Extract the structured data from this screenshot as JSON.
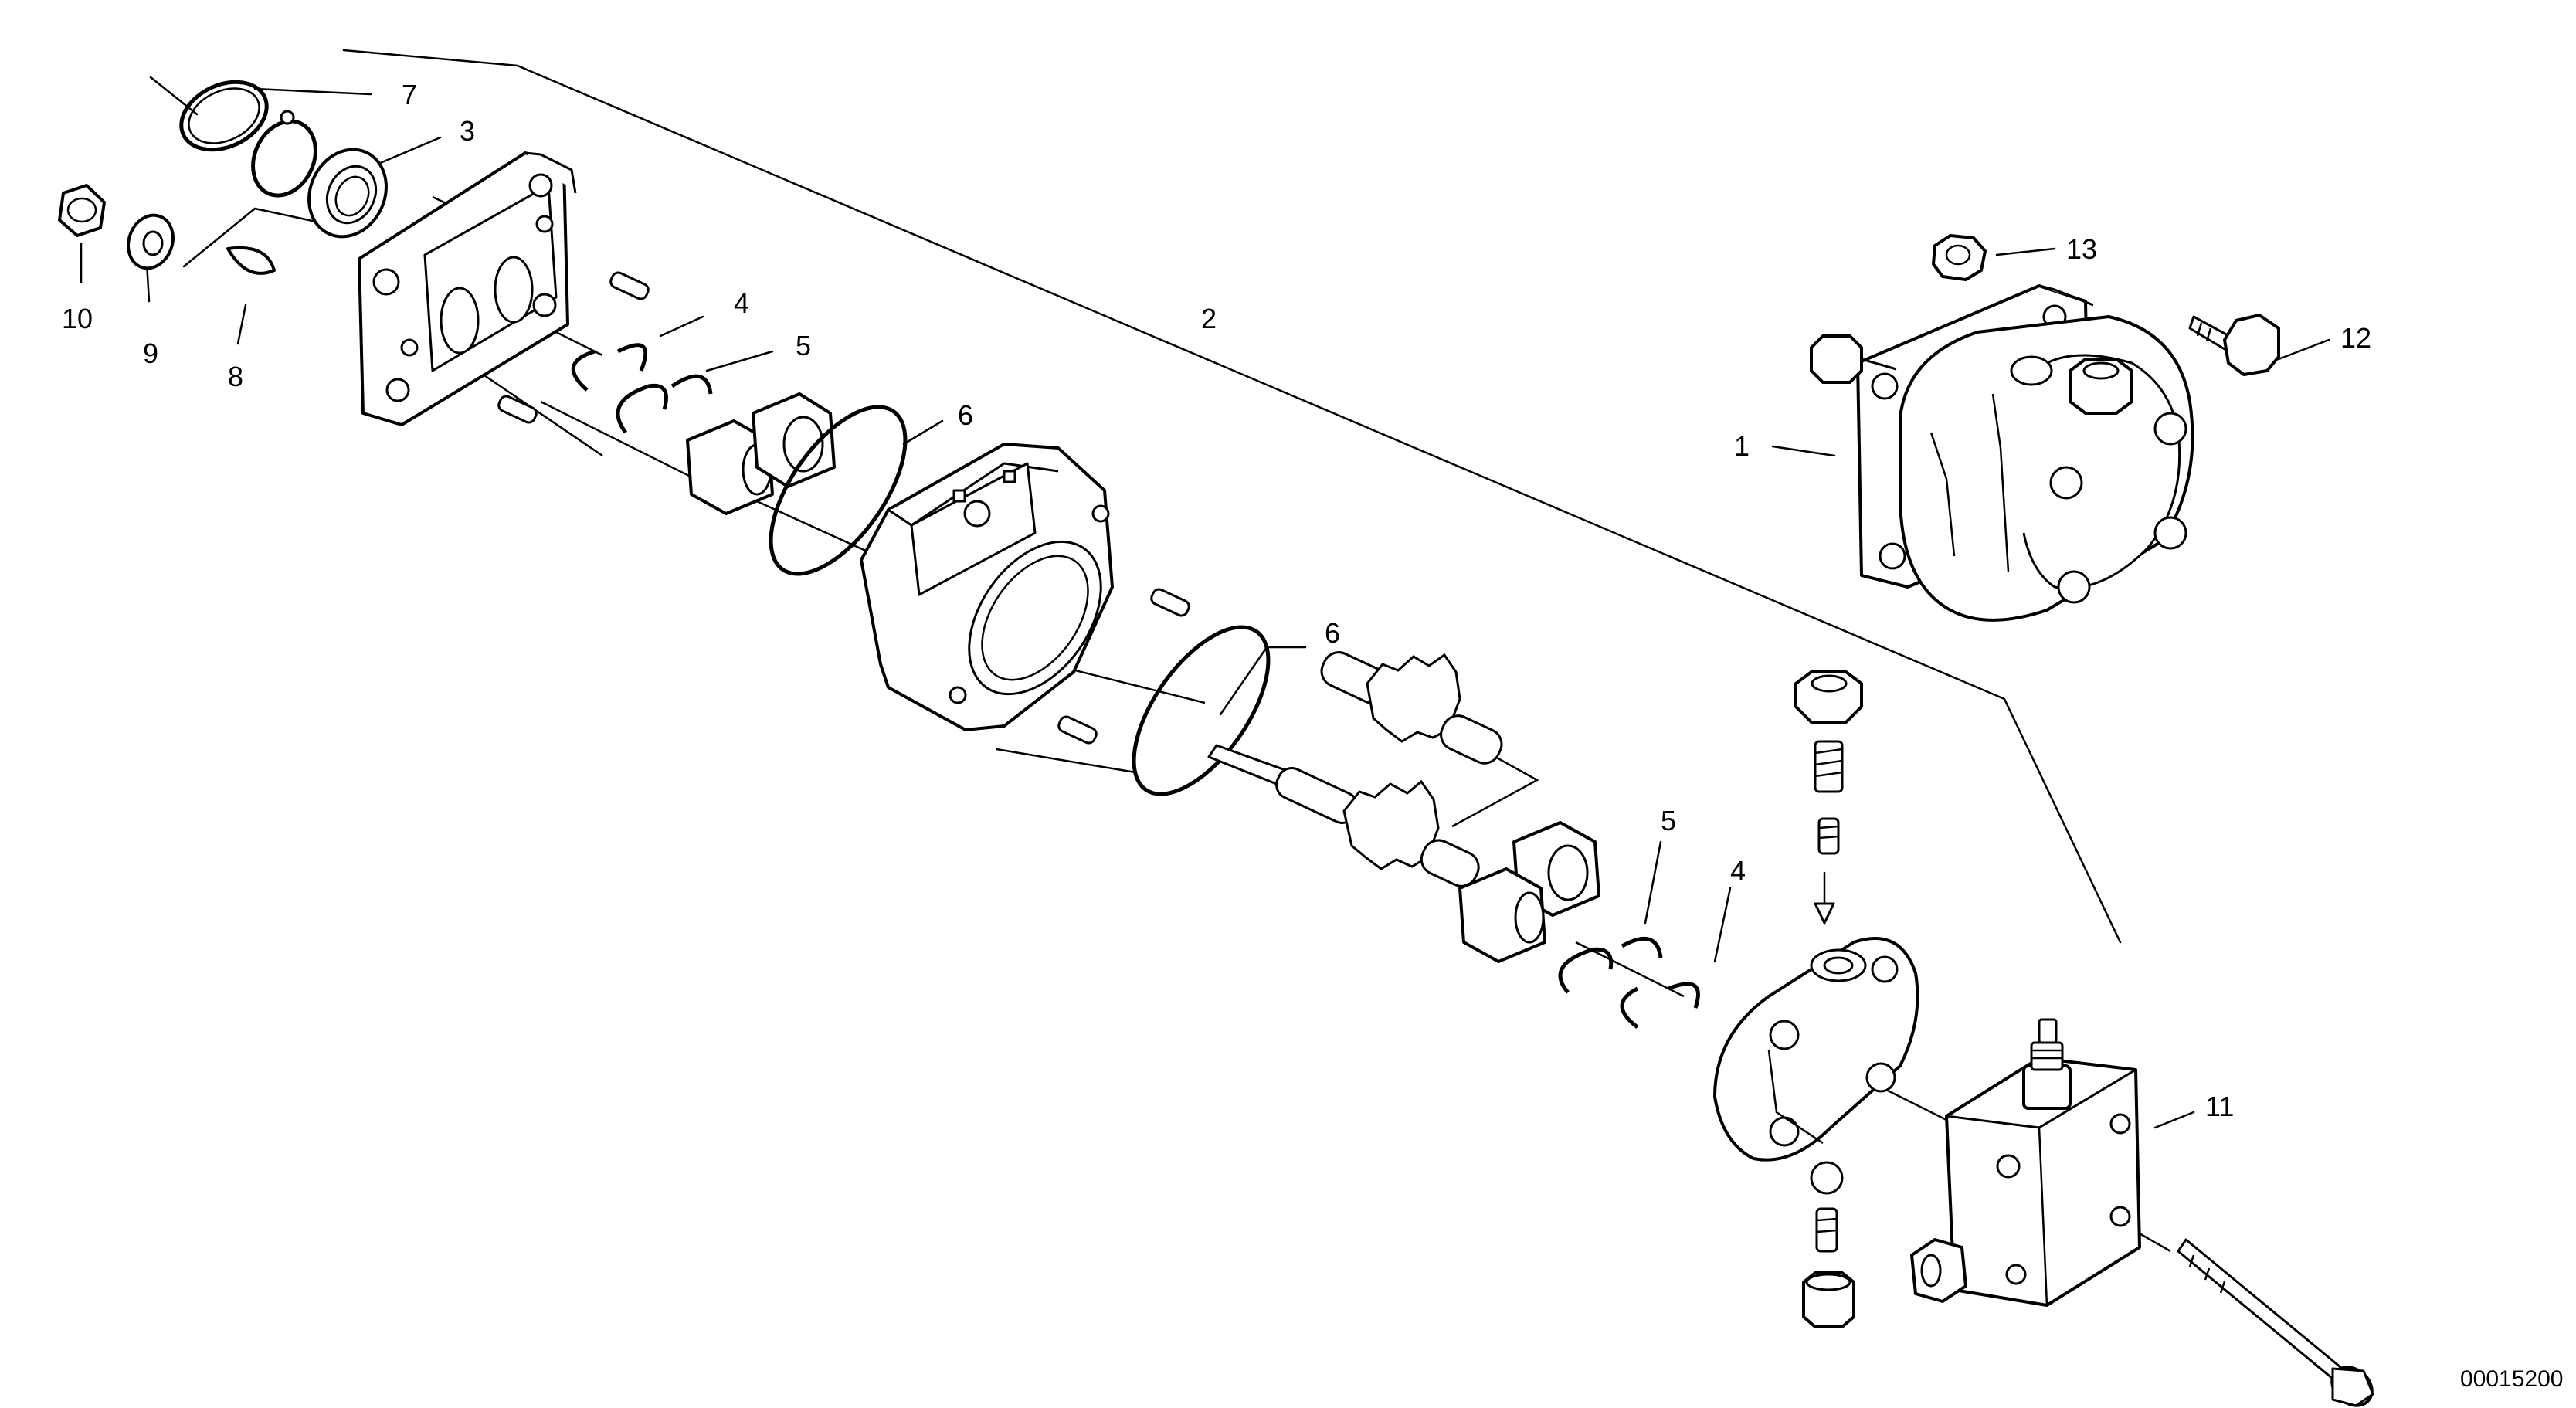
{
  "figure_code": "00015200",
  "callouts": [
    {
      "id": "c1",
      "label": "1"
    },
    {
      "id": "c2",
      "label": "2"
    },
    {
      "id": "c3",
      "label": "3"
    },
    {
      "id": "c4a",
      "label": "4"
    },
    {
      "id": "c4b",
      "label": "4"
    },
    {
      "id": "c5a",
      "label": "5"
    },
    {
      "id": "c5b",
      "label": "5"
    },
    {
      "id": "c6a",
      "label": "6"
    },
    {
      "id": "c6b",
      "label": "6"
    },
    {
      "id": "c7",
      "label": "7"
    },
    {
      "id": "c8",
      "label": "8"
    },
    {
      "id": "c9",
      "label": "9"
    },
    {
      "id": "c10",
      "label": "10"
    },
    {
      "id": "c11",
      "label": "11"
    },
    {
      "id": "c12",
      "label": "12"
    },
    {
      "id": "c13",
      "label": "13"
    }
  ]
}
